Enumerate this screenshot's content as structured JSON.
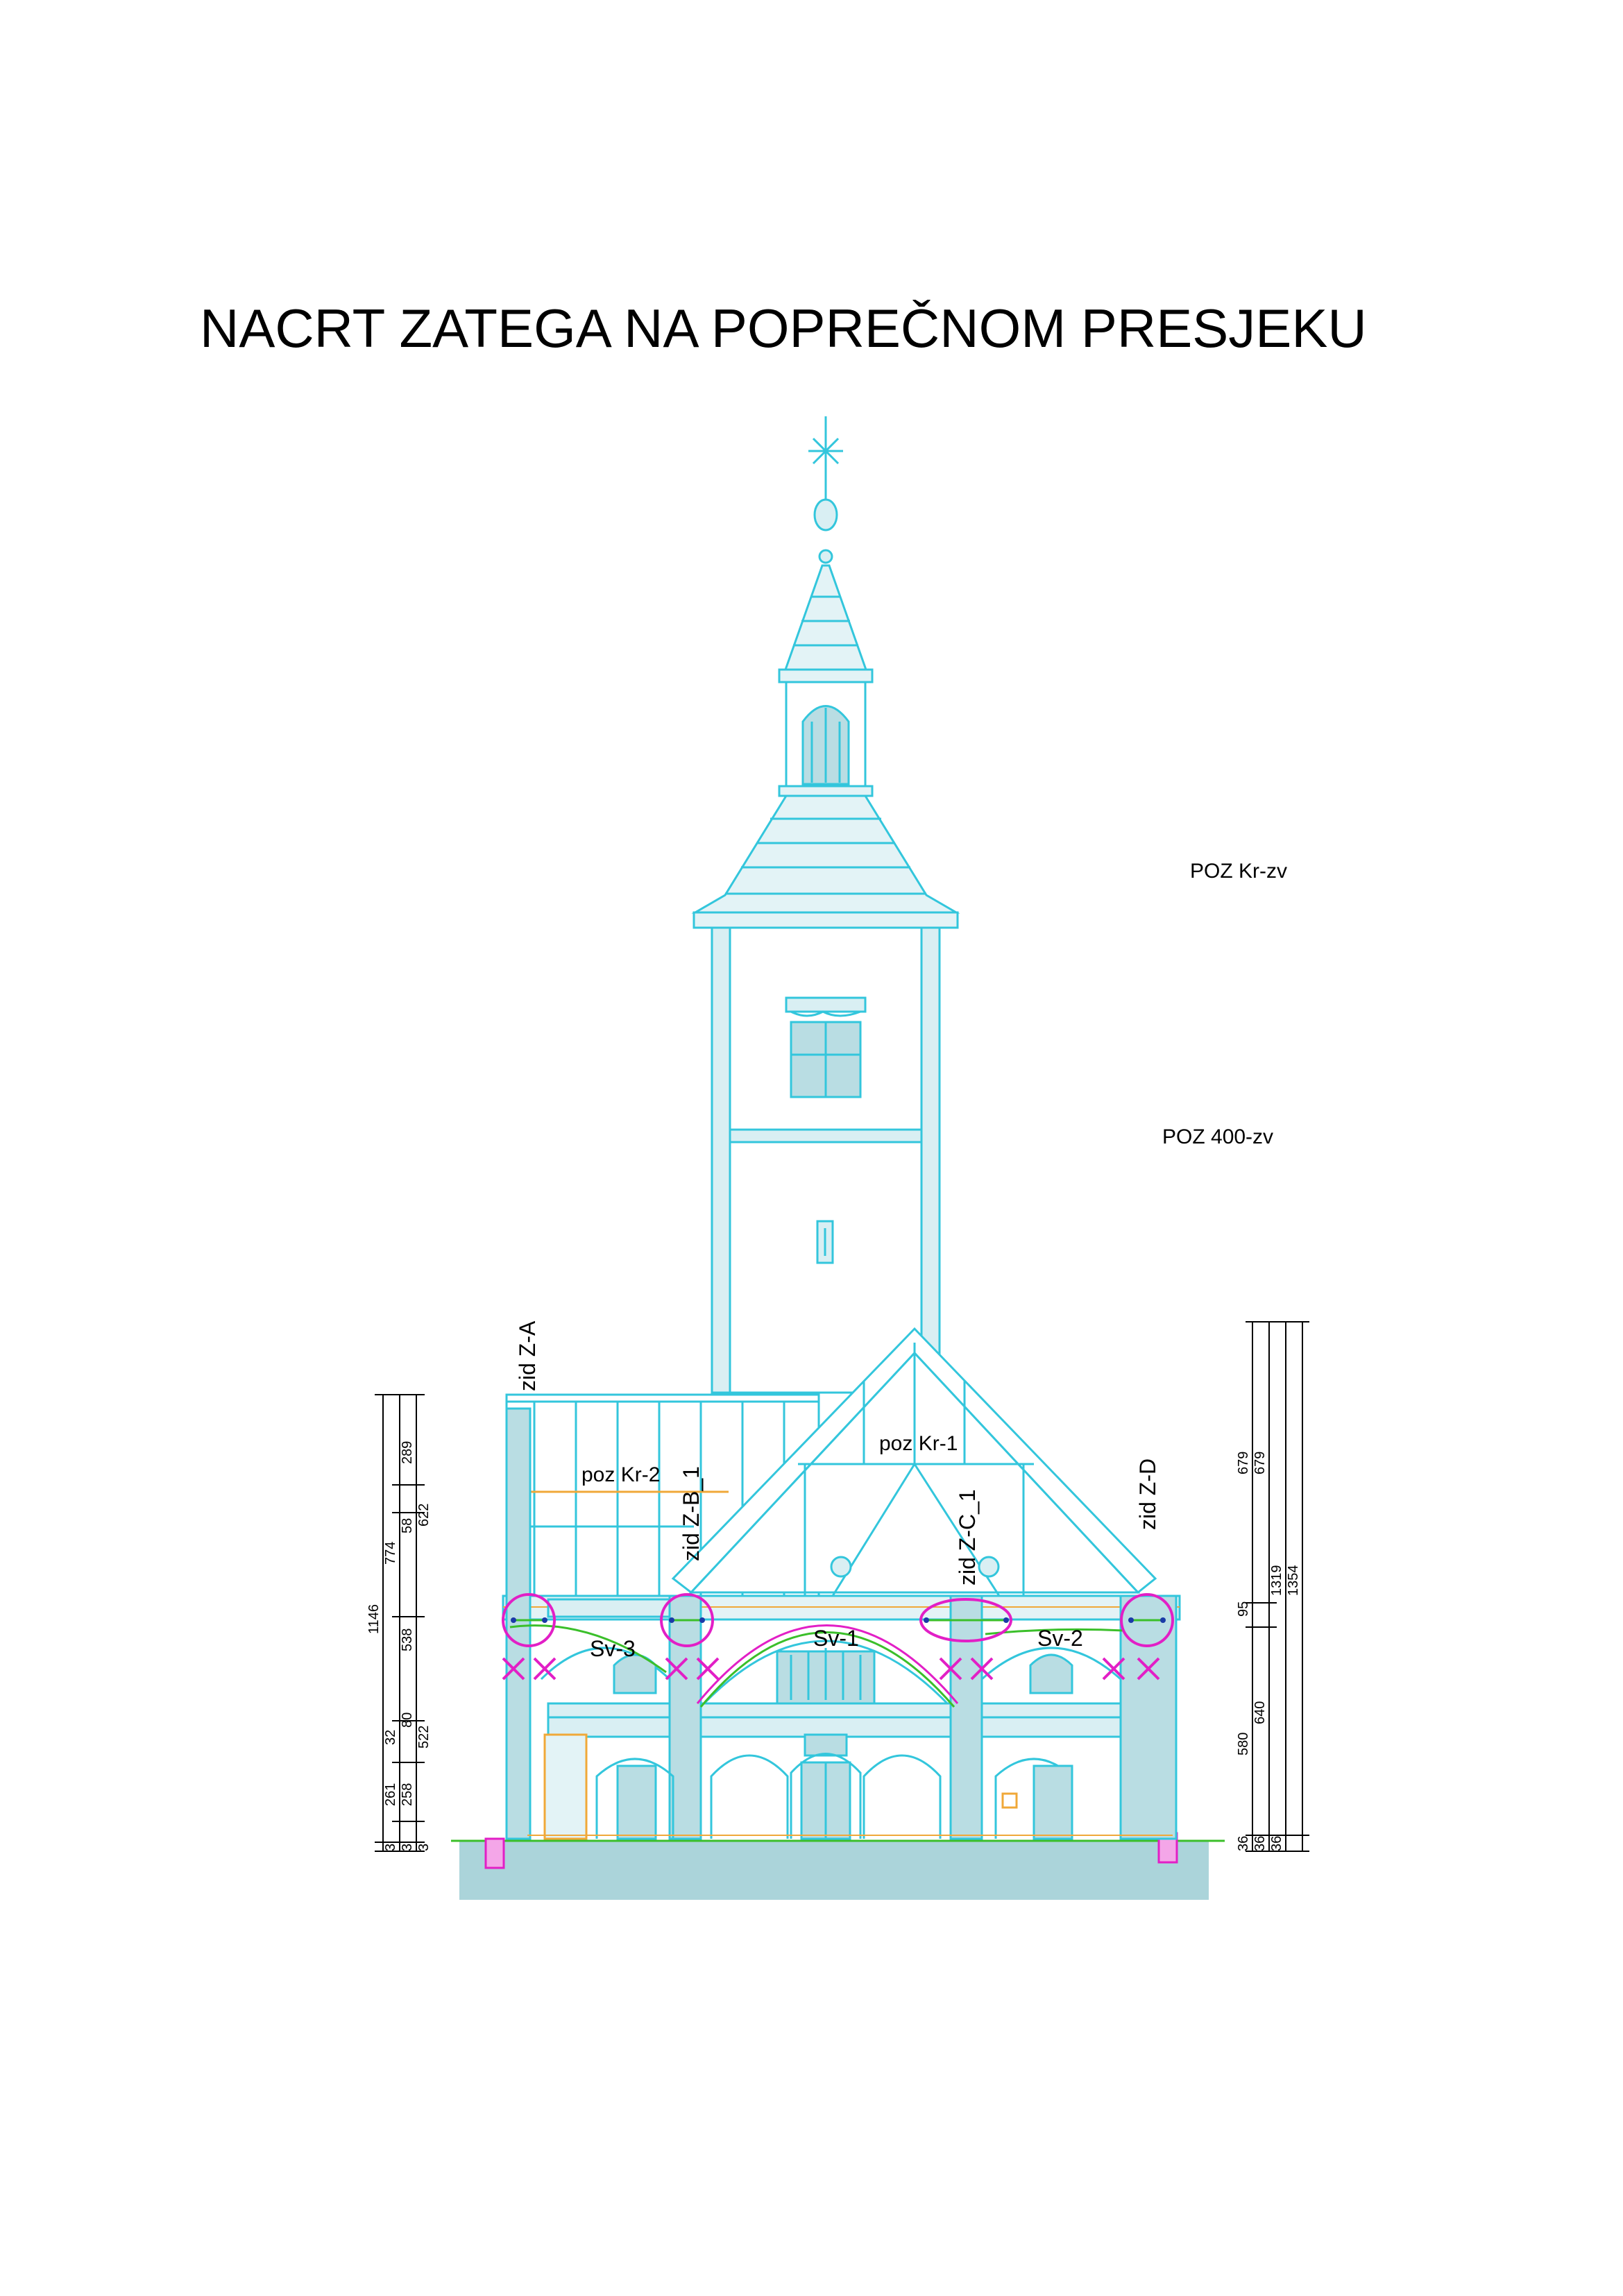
{
  "title": "NACRT ZATEGA NA POPREČNOM PRESJEKU",
  "labels": {
    "poz_kr_zv": "POZ Kr-zv",
    "poz_400_zv": "POZ 400-zv",
    "zid_za": "zid Z-A",
    "zid_zb1": "zid Z-B_1",
    "zid_zc1": "zid Z-C_1",
    "zid_zd": "zid Z-D",
    "poz_kr1": "poz Kr-1",
    "poz_kr2": "poz Kr-2",
    "sv1": "Sv-1",
    "sv2": "Sv-2",
    "sv3": "Sv-3"
  },
  "dims_left": {
    "d1146": "1146",
    "d774": "774",
    "d538": "538",
    "d32": "32",
    "d261": "261",
    "d3a": "3",
    "d289": "289",
    "d58": "58",
    "d80": "80",
    "d258": "258",
    "d3b": "3",
    "d622": "622",
    "d522": "522",
    "d3c": "3"
  },
  "dims_right": {
    "d679a": "679",
    "d95": "95",
    "d580": "580",
    "d36a": "36",
    "d679b": "679",
    "d640": "640",
    "d36b": "36",
    "d1319": "1319",
    "d36c": "36",
    "d1354": "1354"
  },
  "colors": {
    "outline": "#33c6dc",
    "fill": "#b9dde3",
    "tie": "#e21fc6",
    "green": "#3bbf2a",
    "orange": "#f0a838",
    "ground": "#abd4da"
  }
}
